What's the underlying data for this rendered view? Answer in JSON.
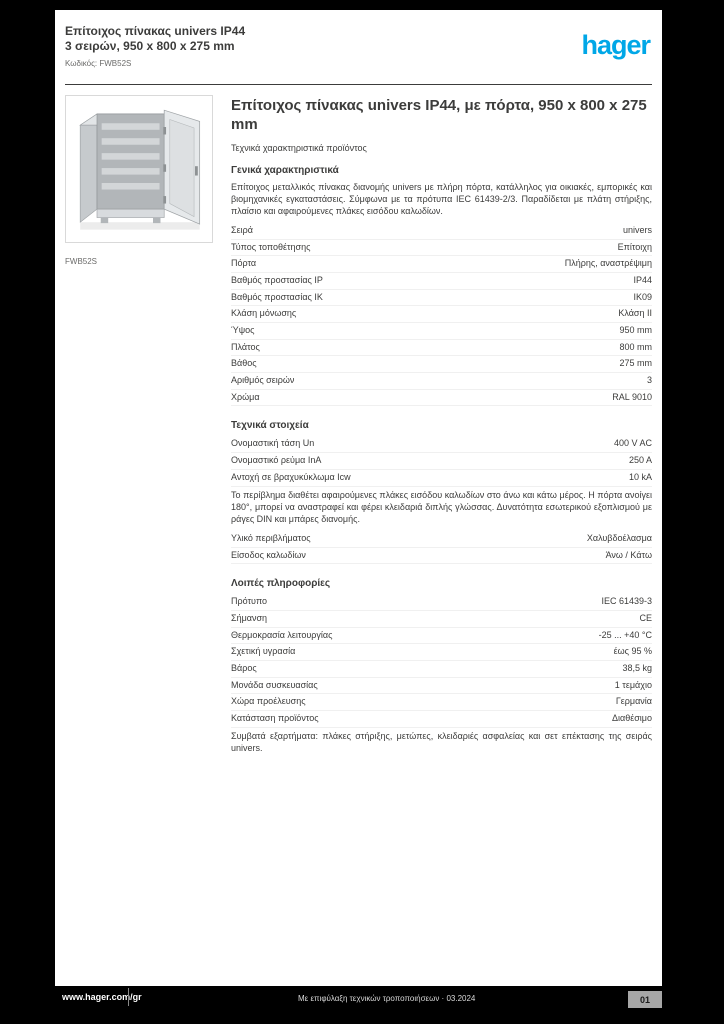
{
  "page": {
    "header": {
      "line1": "Επίτοιχος πίνακας univers IP44",
      "line2": "3 σειρών, 950 x 800 x 275 mm",
      "sub": "Κωδικός: FWB52S",
      "logo": "hager",
      "logo_color": "#00a7e7"
    },
    "product": {
      "image_caption": "FWB52S",
      "title": "Επίτοιχος πίνακας univers IP44, με πόρτα, 950 x 800 x 275 mm",
      "subtitle": "Τεχνικά χαρακτηριστικά προϊόντος"
    },
    "sections": [
      {
        "heading": "Γενικά χαρακτηριστικά",
        "rows": [
          {
            "text": "Επίτοιχος μεταλλικός πίνακας διανομής univers με πλήρη πόρτα, κατάλληλος για οικιακές, εμπορικές και βιομηχανικές εγκαταστάσεις. Σύμφωνα με τα πρότυπα IEC 61439-2/3. Παραδίδεται με πλάτη στήριξης, πλαίσιο και αφαιρούμενες πλάκες εισόδου καλωδίων."
          },
          {
            "text": "Σειρά",
            "value": "univers"
          },
          {
            "text": "Τύπος τοποθέτησης",
            "value": "Επίτοιχη"
          },
          {
            "text": "Πόρτα",
            "value": "Πλήρης, αναστρέψιμη"
          },
          {
            "text": "Βαθμός προστασίας IP",
            "value": "IP44"
          },
          {
            "text": "Βαθμός προστασίας IK",
            "value": "IK09"
          },
          {
            "text": "Κλάση μόνωσης",
            "value": "Κλάση II"
          },
          {
            "text": "Ύψος",
            "value": "950 mm"
          },
          {
            "text": "Πλάτος",
            "value": "800 mm"
          },
          {
            "text": "Βάθος",
            "value": "275 mm"
          },
          {
            "text": "Αριθμός σειρών",
            "value": "3"
          },
          {
            "text": "Χρώμα",
            "value": "RAL 9010"
          }
        ]
      },
      {
        "heading": "Τεχνικά στοιχεία",
        "rows": [
          {
            "text": "Ονομαστική τάση Un",
            "value": "400 V AC"
          },
          {
            "text": "Ονομαστικό ρεύμα InA",
            "value": "250 A"
          },
          {
            "text": "Αντοχή σε βραχυκύκλωμα Icw",
            "value": "10 kA"
          },
          {
            "text": "Το περίβλημα διαθέτει αφαιρούμενες πλάκες εισόδου καλωδίων στο άνω και κάτω μέρος. Η πόρτα ανοίγει 180°, μπορεί να αναστραφεί και φέρει κλειδαριά διπλής γλώσσας. Δυνατότητα εσωτερικού εξοπλισμού με ράγες DIN και μπάρες διανομής."
          },
          {
            "text": "Υλικό περιβλήματος",
            "value": "Χαλυβδοέλασμα"
          },
          {
            "text": "Είσοδος καλωδίων",
            "value": "Άνω / Κάτω"
          }
        ]
      },
      {
        "heading": "Λοιπές πληροφορίες",
        "rows": [
          {
            "text": "Πρότυπο",
            "value": "IEC 61439-3"
          },
          {
            "text": "Σήμανση",
            "value": "CE"
          },
          {
            "text": "Θερμοκρασία λειτουργίας",
            "value": "-25 ... +40 °C"
          },
          {
            "text": "Σχετική υγρασία",
            "value": "έως 95 %"
          },
          {
            "text": "Βάρος",
            "value": "38,5 kg"
          },
          {
            "text": "Μονάδα συσκευασίας",
            "value": "1 τεμάχιο"
          },
          {
            "text": "Χώρα προέλευσης",
            "value": "Γερμανία"
          },
          {
            "text": "Κατάσταση προϊόντος",
            "value": "Διαθέσιμο"
          },
          {
            "text": "Συμβατά εξαρτήματα: πλάκες στήριξης, μετώπες, κλειδαριές ασφαλείας και σετ επέκτασης της σειράς univers."
          }
        ]
      }
    ],
    "footer": {
      "website": "www.hager.com/gr",
      "notice": "Με επιφύλαξη τεχνικών τροποποιήσεων · 03.2024",
      "page_number": "01"
    }
  }
}
